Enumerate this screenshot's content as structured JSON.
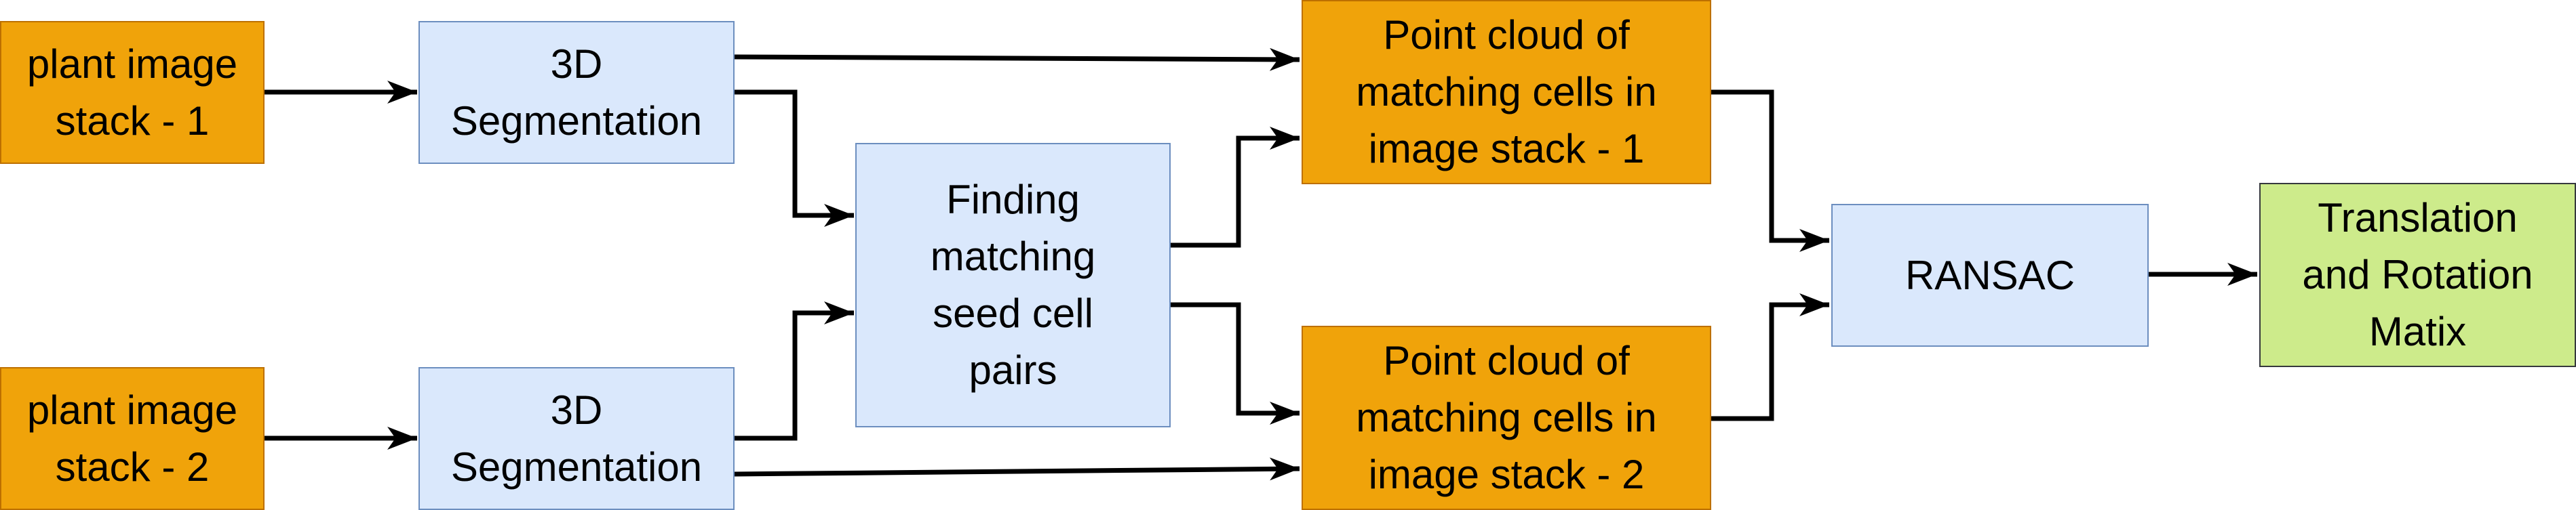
{
  "colors": {
    "input_fill": "#f0a30a",
    "input_stroke": "#bd7000",
    "process_fill": "#dae8fc",
    "process_stroke": "#6c8ebf",
    "output_fill": "#cdeb8b",
    "output_stroke": "#36393d",
    "edge": "#000000"
  },
  "nodes": {
    "stack1": {
      "label": "plant image\nstack - 1"
    },
    "stack2": {
      "label": "plant image\nstack - 2"
    },
    "seg1": {
      "label": "3D\nSegmentation"
    },
    "seg2": {
      "label": "3D\nSegmentation"
    },
    "finding": {
      "label": "Finding\nmatching\nseed cell\npairs"
    },
    "cloud1": {
      "label": "Point cloud of\nmatching cells in\nimage stack - 1"
    },
    "cloud2": {
      "label": "Point cloud of\nmatching cells in\nimage stack - 2"
    },
    "ransac": {
      "label": "RANSAC"
    },
    "output": {
      "label": "Translation\nand Rotation\nMatix"
    }
  },
  "edges": [
    {
      "from": "stack1",
      "to": "seg1"
    },
    {
      "from": "stack2",
      "to": "seg2"
    },
    {
      "from": "seg1",
      "to": "cloud1"
    },
    {
      "from": "seg1",
      "to": "finding"
    },
    {
      "from": "seg2",
      "to": "finding"
    },
    {
      "from": "seg2",
      "to": "cloud2"
    },
    {
      "from": "finding",
      "to": "cloud1"
    },
    {
      "from": "finding",
      "to": "cloud2"
    },
    {
      "from": "cloud1",
      "to": "ransac"
    },
    {
      "from": "cloud2",
      "to": "ransac"
    },
    {
      "from": "ransac",
      "to": "output"
    }
  ]
}
